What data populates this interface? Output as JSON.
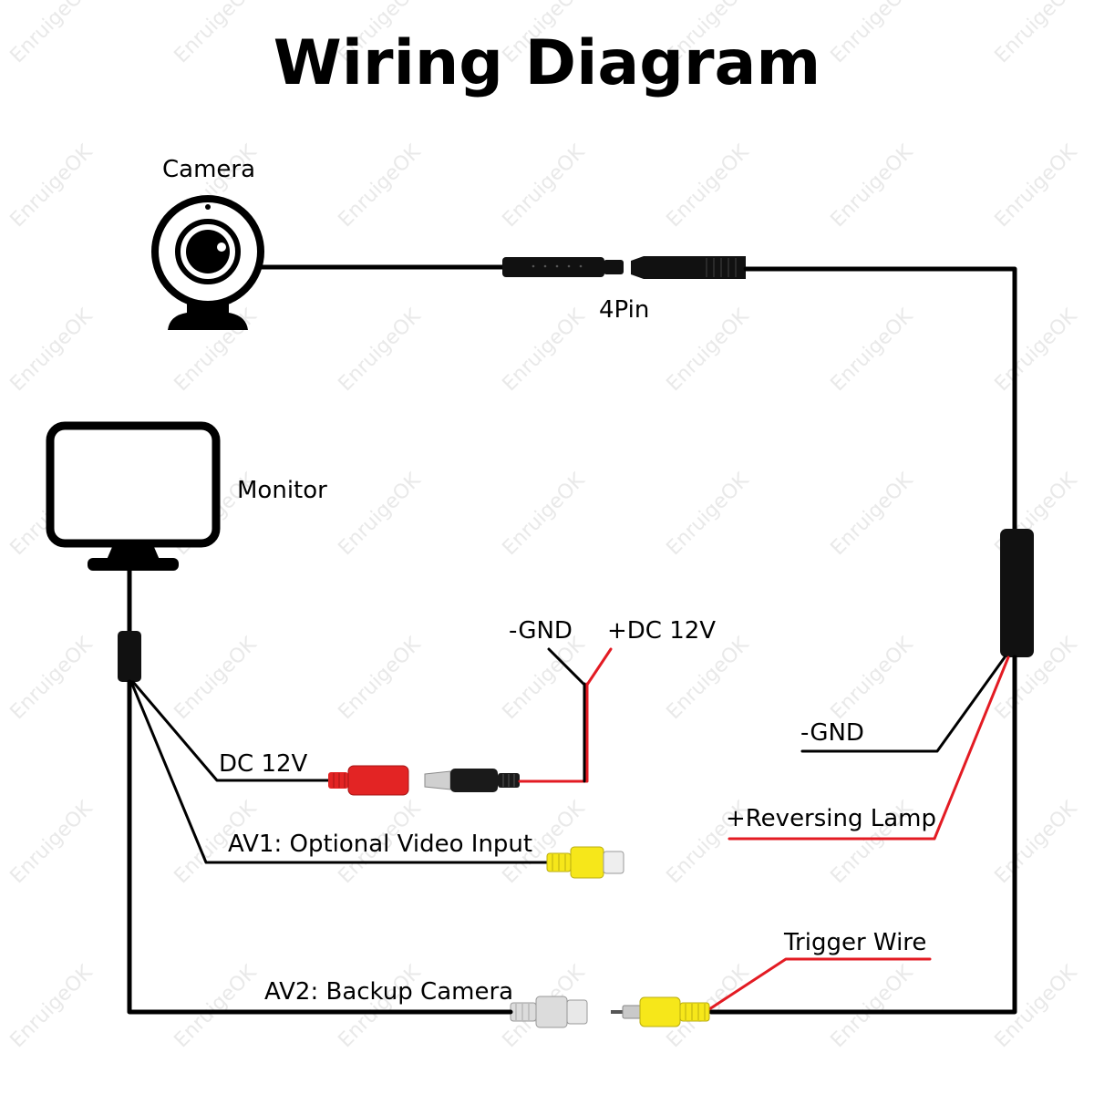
{
  "title": "Wiring Diagram",
  "watermark": "EnruigeOK",
  "labels": {
    "camera": "Camera",
    "connector": "4Pin",
    "monitor": "Monitor",
    "gnd_top": "-GND",
    "dc_top": "+DC 12V",
    "gnd_right": "-GND",
    "dc12v": "DC 12V",
    "reversing": "+Reversing Lamp",
    "av1": "AV1: Optional Video Input",
    "trigger": "Trigger Wire",
    "av2": "AV2: Backup Camera"
  },
  "colors": {
    "red_wire": "#e31b23",
    "rca_yellow": "#f6e71a",
    "rca_white": "#dcdcdc",
    "dc_plug_red": "#e32424",
    "connector_black": "#111111"
  }
}
